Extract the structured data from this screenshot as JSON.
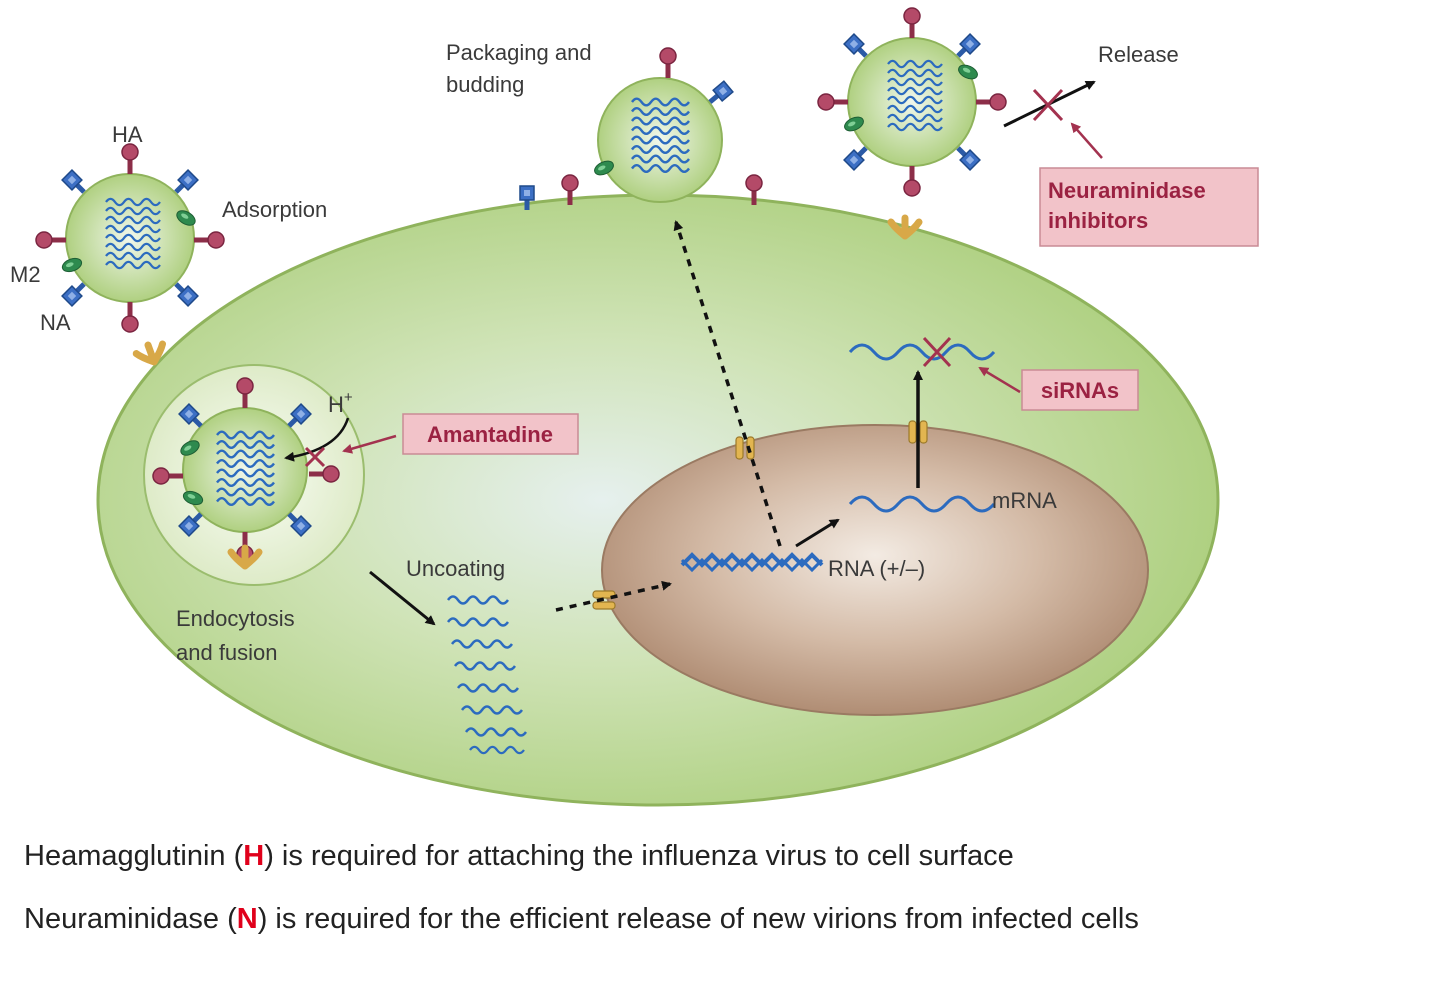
{
  "labels": {
    "packaging": [
      "Packaging and",
      "budding"
    ],
    "release": "Release",
    "ha": "HA",
    "adsorption": "Adsorption",
    "m2": "M2",
    "na": "NA",
    "h_plus": "H",
    "h_plus_sup": "+",
    "uncoating": "Uncoating",
    "endocytosis": [
      "Endocytosis",
      "and fusion"
    ],
    "rna": "RNA (+/–)",
    "mrna": "mRNA"
  },
  "drugs": {
    "amantadine": "Amantadine",
    "sirnas": "siRNAs",
    "neuraminidase": [
      "Neuraminidase",
      "inhibitors"
    ]
  },
  "captions": [
    {
      "before": "Heamagglutinin  (",
      "letter": "H",
      "after": ") is required  for attaching  the  influenza  virus to cell  surface"
    },
    {
      "before": "Neuraminidase  (",
      "letter": "N",
      "after": ") is required  for the  efficient release  of new  virions  from infected cells"
    }
  ],
  "colors": {
    "cell": "#b8d88a",
    "nucleus": "#b8977f",
    "ha": "#8c2e48",
    "na": "#2b5aa6",
    "m2": "#2e8a4e",
    "receptor": "#d8a848",
    "drug_text": "#9b2242",
    "caption_letter": "#e0001b"
  }
}
